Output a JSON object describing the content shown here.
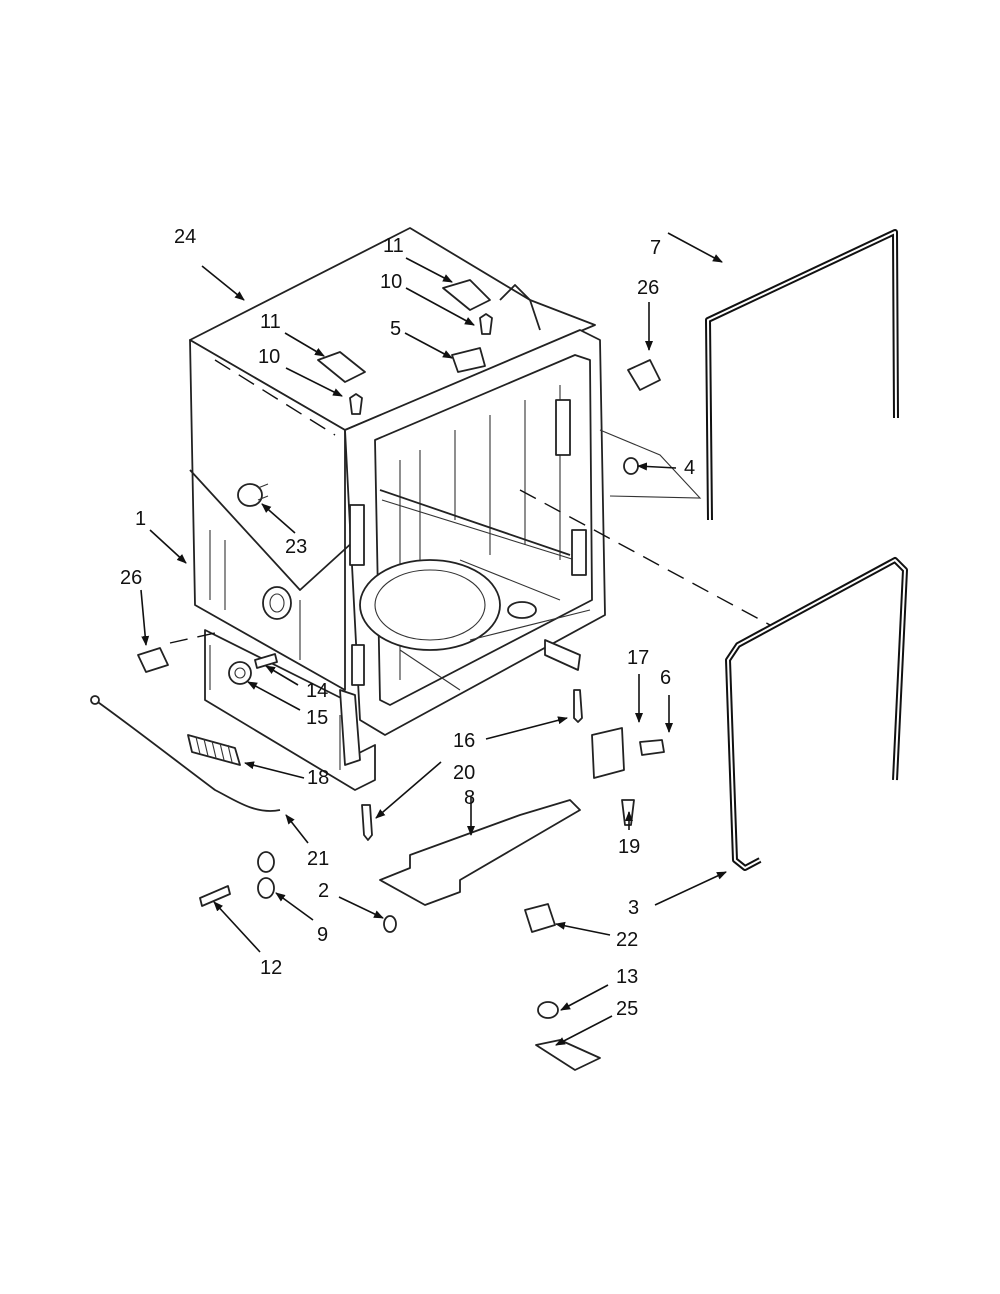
{
  "diagram": {
    "colors": {
      "line": "#111111",
      "background": "#ffffff"
    },
    "part_labels": [
      {
        "id": "p24",
        "text": "24"
      },
      {
        "id": "p11a",
        "text": "11"
      },
      {
        "id": "p10a",
        "text": "10"
      },
      {
        "id": "p11b",
        "text": "11"
      },
      {
        "id": "p10b",
        "text": "10"
      },
      {
        "id": "p5",
        "text": "5"
      },
      {
        "id": "p7",
        "text": "7"
      },
      {
        "id": "p26a",
        "text": "26"
      },
      {
        "id": "p4",
        "text": "4"
      },
      {
        "id": "p23",
        "text": "23"
      },
      {
        "id": "p1",
        "text": "1"
      },
      {
        "id": "p26b",
        "text": "26"
      },
      {
        "id": "p14",
        "text": "14"
      },
      {
        "id": "p15",
        "text": "15"
      },
      {
        "id": "p17",
        "text": "17"
      },
      {
        "id": "p6",
        "text": "6"
      },
      {
        "id": "p16",
        "text": "16"
      },
      {
        "id": "p20",
        "text": "20"
      },
      {
        "id": "p8",
        "text": "8"
      },
      {
        "id": "p18",
        "text": "18"
      },
      {
        "id": "p19",
        "text": "19"
      },
      {
        "id": "p21",
        "text": "21"
      },
      {
        "id": "p2",
        "text": "2"
      },
      {
        "id": "p9",
        "text": "9"
      },
      {
        "id": "p3",
        "text": "3"
      },
      {
        "id": "p22",
        "text": "22"
      },
      {
        "id": "p12",
        "text": "12"
      },
      {
        "id": "p13",
        "text": "13"
      },
      {
        "id": "p25",
        "text": "25"
      }
    ]
  }
}
